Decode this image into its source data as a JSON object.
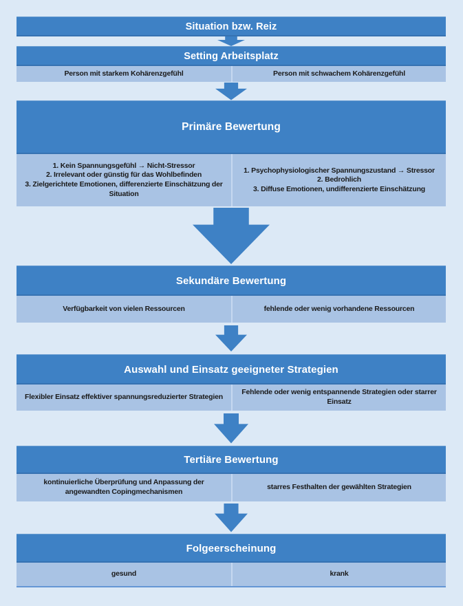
{
  "palette": {
    "background": "#dce9f6",
    "bar_fill": "#3e81c5",
    "row_fill": "#a9c3e4",
    "row_divider": "#c6d8f0",
    "arrow_fill": "#3e81c5",
    "header_text": "#ffffff",
    "row_text": "#1a1a1a",
    "bottom_edge_line": "#6496d4"
  },
  "sections": [
    {
      "id": "situation",
      "title": "Situation bzw. Reiz"
    },
    {
      "id": "setting",
      "title": "Setting Arbeitsplatz",
      "left": "Person mit starkem Kohärenzgefühl",
      "right": "Person mit schwachem Kohärenzgefühl"
    },
    {
      "id": "primary-appraisal",
      "title": "Primäre Bewertung",
      "left_items": [
        "1. Kein Spannungsgefühl → Nicht-Stressor",
        "2. Irrelevant oder günstig für das Wohlbefinden",
        "3. Zielgerichtete Emotionen, differenzierte Einschätzung der Situation"
      ],
      "right_items": [
        "1. Psychophysiologischer Spannungszustand → Stressor",
        "2. Bedrohlich",
        "3. Diffuse Emotionen, undifferenzierte Einschätzung"
      ]
    },
    {
      "id": "secondary-appraisal",
      "title": "Sekundäre Bewertung",
      "left": "Verfügbarkeit von vielen Ressourcen",
      "right": "fehlende oder wenig vorhandene Ressourcen"
    },
    {
      "id": "strategy-selection",
      "title": "Auswahl und Einsatz geeigneter Strategien",
      "left": "Flexibler Einsatz effektiver spannungsreduzierter Strategien",
      "right": "Fehlende oder wenig entspannende Strategien oder starrer Einsatz"
    },
    {
      "id": "tertiary-appraisal",
      "title": "Tertiäre Bewertung",
      "left": "kontinuierliche Überprüfung und Anpassung der angewandten Copingmechanismen",
      "right": "starres Festhalten der gewählten Strategien"
    },
    {
      "id": "outcome",
      "title": "Folgeerscheinung",
      "left": "gesund",
      "right": "krank"
    }
  ]
}
